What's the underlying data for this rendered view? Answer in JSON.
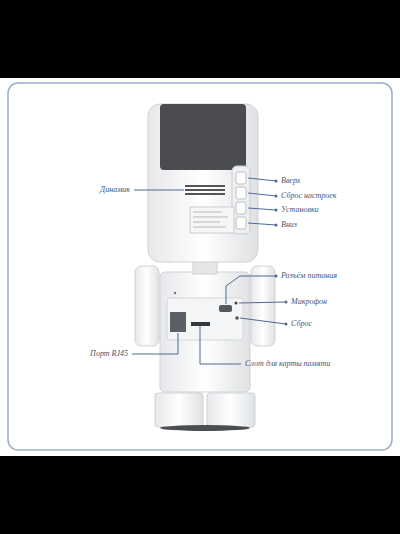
{
  "diagram": {
    "labels": [
      "Динамик",
      "Вверх",
      "Сброс настроек",
      "Установки",
      "Вниз",
      "Разъём питания",
      "Микрофон",
      "Сброс",
      "Порт RJ45",
      "Слот для карты памяти"
    ]
  }
}
